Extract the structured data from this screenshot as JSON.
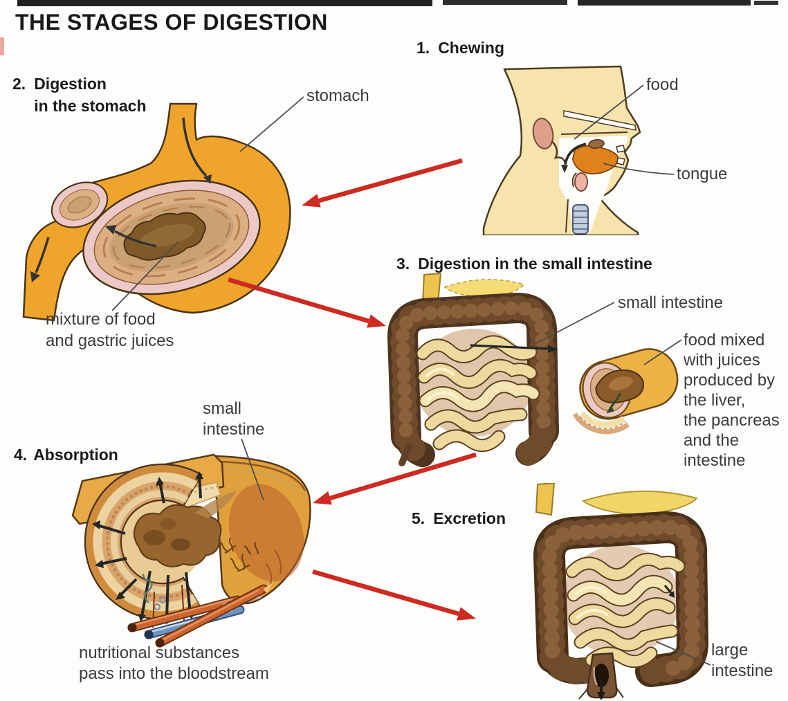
{
  "title": "THE STAGES OF DIGESTION",
  "stages": [
    {
      "number": "1.",
      "title": "Chewing"
    },
    {
      "number": "2.",
      "title": "Digestion\nin the stomach"
    },
    {
      "number": "3.",
      "title": "Digestion in the small intestine"
    },
    {
      "number": "4.",
      "title": "Absorption"
    },
    {
      "number": "5.",
      "title": "Excretion"
    }
  ],
  "annotations": {
    "food": "food",
    "tongue": "tongue",
    "stomach": "stomach",
    "stomach_mixture": "mixture of food\nand gastric juices",
    "small_intestine": "small intestine",
    "food_mixed_juices": "food mixed\nwith juices\nproduced by\nthe liver,\nthe pancreas\nand the\nintestine",
    "small_intestine_cutaway": "small\nintestine",
    "nutritional_substances": "nutritional substances\npass into the bloodstream",
    "large_intestine": "large\nintestine"
  },
  "colors": {
    "arrow_red": "#cd2a21",
    "outline_dark": "#4a3414",
    "organ_gold": "#efa42c",
    "skin": "#f7e3ac",
    "lining_pink": "#ecc9c6",
    "inner_tan": "#dcae84",
    "food_brown": "#7f5a28",
    "colon_dark": "#4f3520",
    "colon_mid": "#6f4b2b",
    "coil_cream": "#eeda9e",
    "tongue_orange": "#e0821c",
    "vessel_red": "#cc6630",
    "vessel_blue": "#6f94bf"
  }
}
